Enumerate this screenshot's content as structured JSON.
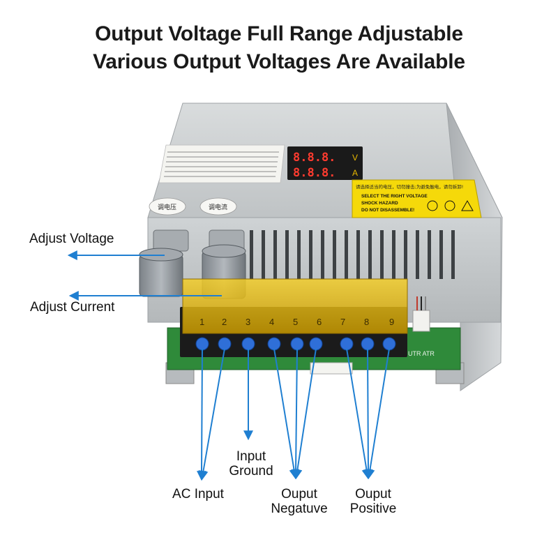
{
  "heading": {
    "line1": "Output Voltage Full Range Adjustable",
    "line2": "Various Output Voltages Are Available"
  },
  "display": {
    "top_digits": "8.8.8.",
    "bottom_digits": "8.8.8.",
    "top_unit": "V",
    "bottom_unit": "A"
  },
  "knobs": {
    "voltage_tag": "调电压",
    "current_tag": "调电流"
  },
  "warning": {
    "cn": "请选择适当的电压，切勿撞击;为避免触电，请勿拆卸!",
    "items": [
      "SELECT THE RIGHT VOLTAGE",
      "SHOCK HAZARD",
      "DO NOT DISASSEMBLE!"
    ]
  },
  "terminals": [
    "1",
    "2",
    "3",
    "4",
    "5",
    "6",
    "7",
    "8",
    "9"
  ],
  "board_text": "UTR ATR",
  "labels": {
    "adjust_voltage": "Adjust Voltage",
    "adjust_current": "Adjust Current",
    "input_ground_1": "Input",
    "input_ground_2": "Ground",
    "ac_input": "AC Input",
    "output_neg_1": "Ouput",
    "output_neg_2": "Negatuve",
    "output_pos_1": "Ouput",
    "output_pos_2": "Positive"
  },
  "colors": {
    "arrow": "#1f7fd1",
    "chassis": "#c8ccce",
    "terminal_cover": "#e8b800",
    "screw": "#2f6fd8",
    "pcb": "#2f8a3a"
  }
}
